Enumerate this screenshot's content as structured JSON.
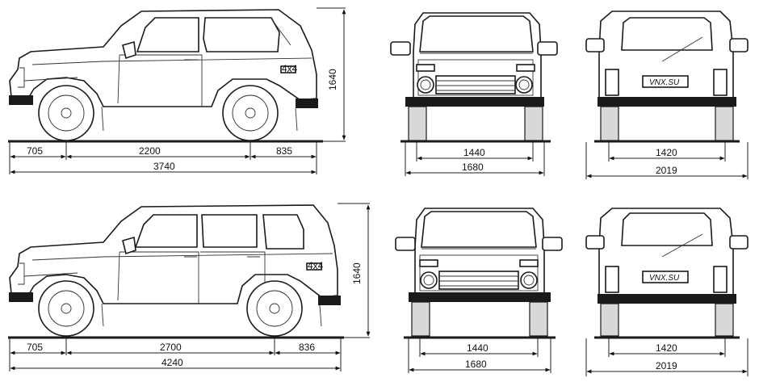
{
  "top_side": {
    "height": "1640",
    "front_overhang": "705",
    "wheelbase": "2200",
    "rear_overhang": "835",
    "length": "3740",
    "badge": "4x4"
  },
  "top_front": {
    "track": "1440",
    "width": "1680"
  },
  "top_rear": {
    "track": "1420",
    "width": "2019",
    "plate": "VNX.SU"
  },
  "bottom_side": {
    "height": "1640",
    "front_overhang": "705",
    "wheelbase": "2700",
    "rear_overhang": "836",
    "length": "4240",
    "badge": "4x4"
  },
  "bottom_front": {
    "track": "1440",
    "width": "1680"
  },
  "bottom_rear": {
    "track": "1420",
    "width": "2019",
    "plate": "VNX.SU"
  }
}
